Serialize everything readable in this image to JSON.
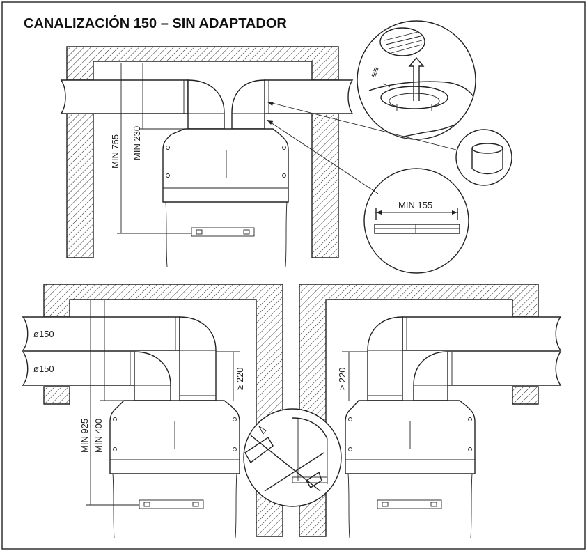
{
  "title": "CANALIZACIÓN 150 – SIN ADAPTADOR",
  "top_figure": {
    "dim_outer": "MIN 755",
    "dim_inner": "MIN 230",
    "callout_width": "MIN 155"
  },
  "bottom_left_figure": {
    "pipe_upper": "ø150",
    "pipe_lower": "ø150",
    "dim_gap": "≥ 220",
    "dim_outer": "MIN 925",
    "dim_inner": "MIN 400"
  },
  "bottom_right_figure": {
    "dim_gap": "≥ 220"
  },
  "colors": {
    "line": "#222222",
    "background": "#ffffff"
  }
}
